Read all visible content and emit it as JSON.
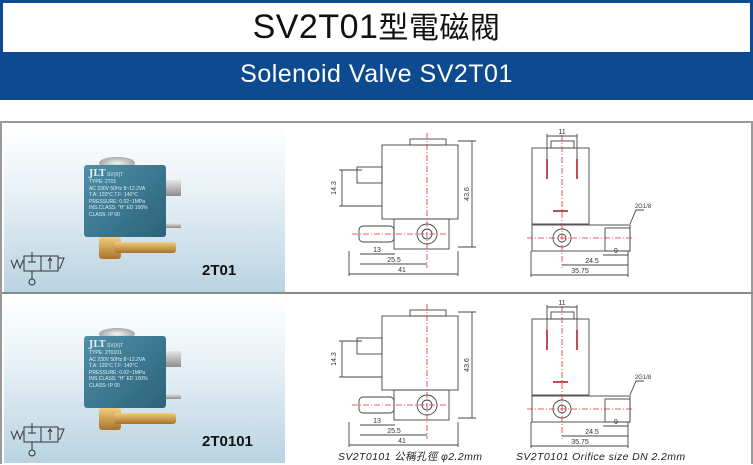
{
  "header": {
    "title_model": "SV2T01",
    "title_cn": "型電磁閥",
    "subtitle": "Solenoid Valve  SV2T01"
  },
  "rows": [
    {
      "model": "2T01",
      "label": {
        "brand": "JLT",
        "series": "SV(X)T",
        "type": "TYPE:   2T01",
        "line1": "AC 230V 50Hz 8~12.2VA",
        "line2": "T.A: 120°C  T.F: 140°C",
        "line3": "PRESSURE: 0.02~1MPa",
        "line4": "INS.CLASS: \"H\" ED 100%",
        "line5": "CLASS: IP 00"
      },
      "dims": {
        "terminal": "14.3",
        "height": "43.6",
        "barb": "13",
        "center": "25.5",
        "length": "41",
        "pin_spacing": "11",
        "thread": "2G1/8",
        "port_center": "24.5",
        "port": "9",
        "total": "35.75"
      }
    },
    {
      "model": "2T0101",
      "label": {
        "brand": "JLT",
        "series": "SV(X)T",
        "type": "TYPE:   2T0101",
        "line1": "AC 230V 50Hz 8~12.2VA",
        "line2": "T.A: 120°C  T.F: 140°C",
        "line3": "PRESSURE: 0.02~1MPa",
        "line4": "INS.CLASS: \"H\" ED 100%",
        "line5": "CLASS: IP 00"
      },
      "dims": {
        "terminal": "14.3",
        "height": "43.6",
        "barb": "13",
        "center": "25.5",
        "length": "41",
        "pin_spacing": "11",
        "thread": "2G1/8",
        "port_center": "24.5",
        "port": "9",
        "total": "35.75"
      },
      "caption_cn": "SV2T0101 公稱孔徑 φ2.2mm",
      "caption_en": "SV2T0101 Orifice size DN 2.2mm"
    }
  ],
  "colors": {
    "brand_blue": "#0d4a8f",
    "centerline": "#e03030"
  }
}
